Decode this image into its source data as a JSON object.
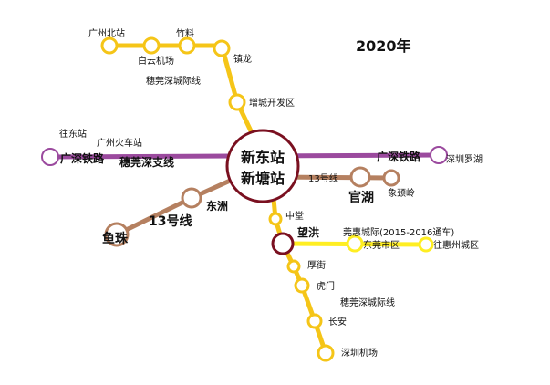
{
  "year": "2020年",
  "colors": {
    "gz_sz_intercity": "#f5c518",
    "gz_sz_railway": "#9b4a9e",
    "line13": "#b58060",
    "hub": "#7a1020",
    "dh_intercity": "#ffee22"
  },
  "hub": {
    "line1": "新东站",
    "line2": "新塘站"
  },
  "stations": {
    "gzbz": "广州北站",
    "byjc": "白云机场",
    "zl": "竹料",
    "zhenlong": "镇龙",
    "zckfq": "增城开发区",
    "wdz": "往东站",
    "gzhcz": "广州火车站",
    "szlh": "深圳罗湖",
    "dongzhou": "东洲",
    "yuzhu": "鱼珠",
    "guanhu": "官湖",
    "xjl": "象颈岭",
    "zhongtang": "中堂",
    "wanghong": "望洪",
    "houjie": "厚街",
    "humen": "虎门",
    "changan": "长安",
    "szjc": "深圳机场",
    "dgsq": "东莞市区",
    "whzcq": "往惠州城区"
  },
  "lines": {
    "intercity_upper": "穗莞深城际线",
    "intercity_lower": "穗莞深城际线",
    "railway_left": "广深铁路",
    "railway_right": "广深铁路",
    "branch": "穗莞深支线",
    "line13_left": "13号线",
    "line13_right": "13号线",
    "dh": "莞惠城际(2015-2016通车)"
  }
}
